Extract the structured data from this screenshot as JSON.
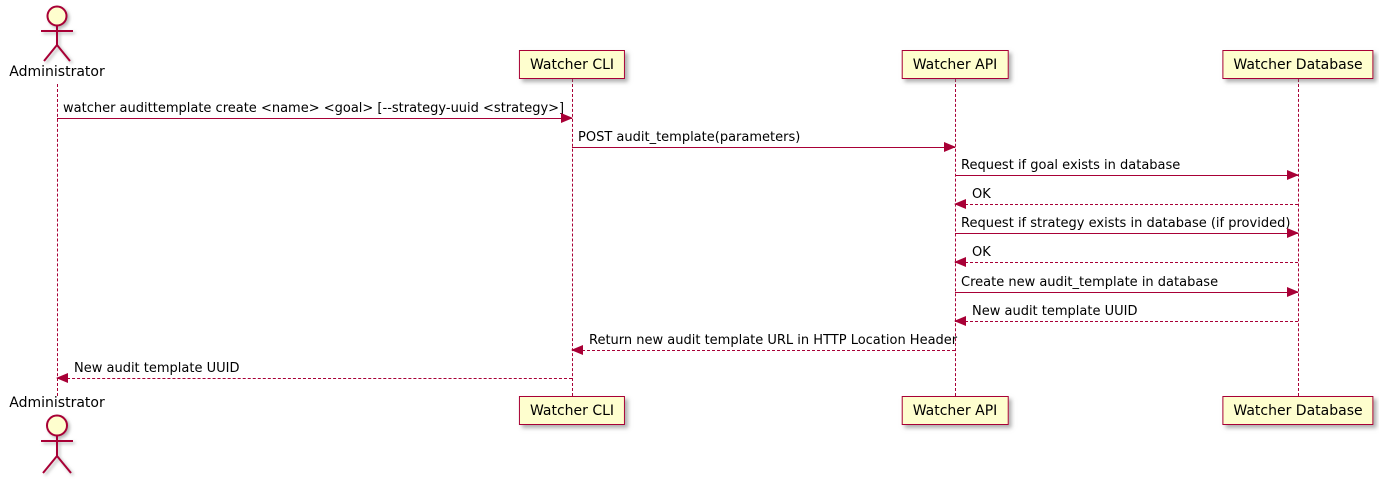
{
  "colors": {
    "line": "#A80036",
    "fill": "#FEFECE",
    "text": "#000000"
  },
  "actor": {
    "label": "Administrator"
  },
  "participants": [
    {
      "id": "watcher-cli",
      "label": "Watcher CLI"
    },
    {
      "id": "watcher-api",
      "label": "Watcher API"
    },
    {
      "id": "watcher-database",
      "label": "Watcher Database"
    }
  ],
  "messages": [
    {
      "from": "Administrator",
      "to": "Watcher CLI",
      "style": "solid",
      "label": "watcher audittemplate create <name> <goal> [--strategy-uuid <strategy>]"
    },
    {
      "from": "Watcher CLI",
      "to": "Watcher API",
      "style": "solid",
      "label": "POST audit_template(parameters)"
    },
    {
      "from": "Watcher API",
      "to": "Watcher Database",
      "style": "solid",
      "label": "Request if goal exists in database"
    },
    {
      "from": "Watcher Database",
      "to": "Watcher API",
      "style": "dashed",
      "label": "OK"
    },
    {
      "from": "Watcher API",
      "to": "Watcher Database",
      "style": "solid",
      "label": "Request if strategy exists in database (if provided)"
    },
    {
      "from": "Watcher Database",
      "to": "Watcher API",
      "style": "dashed",
      "label": "OK"
    },
    {
      "from": "Watcher API",
      "to": "Watcher Database",
      "style": "solid",
      "label": "Create new audit_template in database"
    },
    {
      "from": "Watcher Database",
      "to": "Watcher API",
      "style": "dashed",
      "label": "New audit template UUID"
    },
    {
      "from": "Watcher API",
      "to": "Watcher CLI",
      "style": "dashed",
      "label": "Return new audit template URL in HTTP Location Header"
    },
    {
      "from": "Watcher CLI",
      "to": "Administrator",
      "style": "dashed",
      "label": "New audit template UUID"
    }
  ]
}
